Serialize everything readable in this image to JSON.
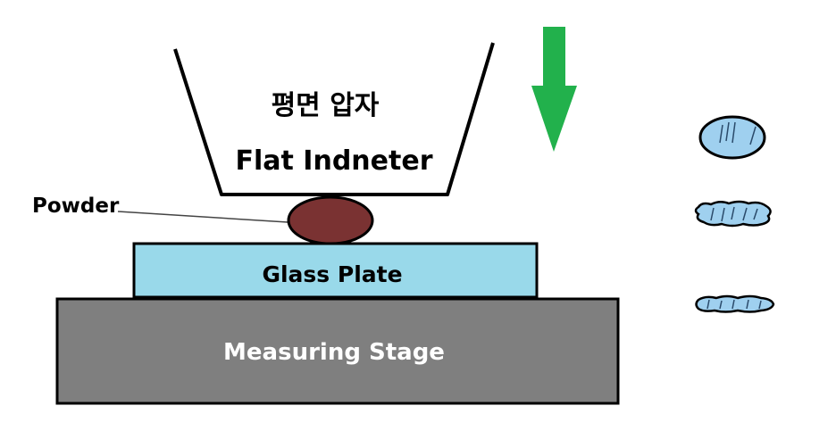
{
  "indenter": {
    "label_korean": "평면 압자",
    "label_english": "Flat Indneter"
  },
  "powder": {
    "label": "Powder"
  },
  "glass_plate": {
    "label": "Glass Plate"
  },
  "measuring_stage": {
    "label": "Measuring Stage"
  },
  "colors": {
    "arrow": "#22b14c",
    "powder_fill": "#7a3232",
    "glass_fill": "#99d9ea",
    "stage_fill": "#7f7f7f",
    "particle_fill": "#9fd0ef",
    "outline": "#000000"
  },
  "icons": {
    "arrow": "down-arrow-icon",
    "particles": [
      "round-particle-icon",
      "flattened-particle-icon",
      "crushed-particle-icon"
    ]
  }
}
